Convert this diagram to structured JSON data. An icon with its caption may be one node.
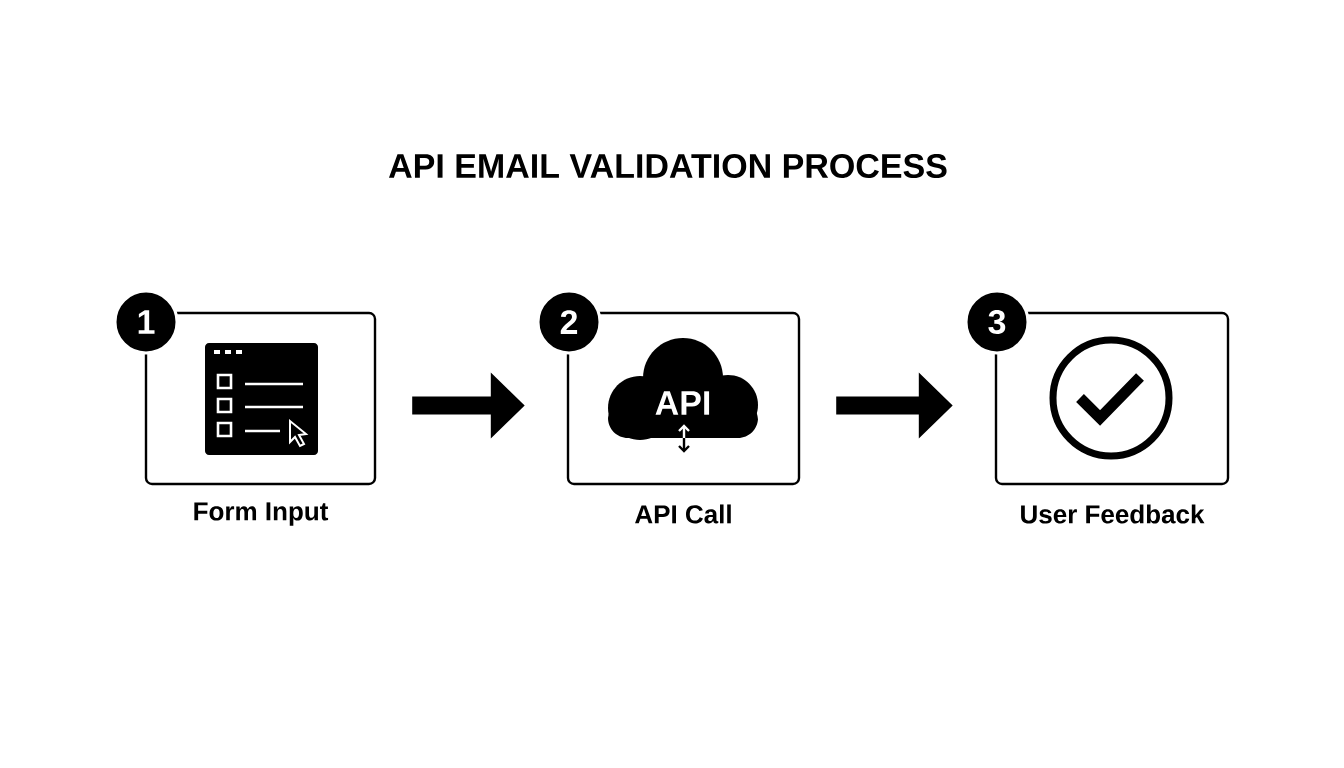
{
  "diagram": {
    "title": "API EMAIL VALIDATION PROCESS",
    "nodes": [
      {
        "text": [
          "1"
        ]
      },
      {
        "text": [
          "Form Input"
        ]
      },
      {
        "text": [
          "2"
        ]
      },
      {
        "text": [
          "API Call"
        ]
      },
      {
        "text": [
          "API"
        ],
        "in": 3
      },
      {
        "text": [
          "3"
        ]
      },
      {
        "text": [
          "User Feedback"
        ]
      }
    ],
    "edges": [
      {
        "from": 1,
        "to": 3,
        "arrow": "to"
      },
      {
        "from": 3,
        "to": 6,
        "arrow": "to"
      }
    ]
  }
}
